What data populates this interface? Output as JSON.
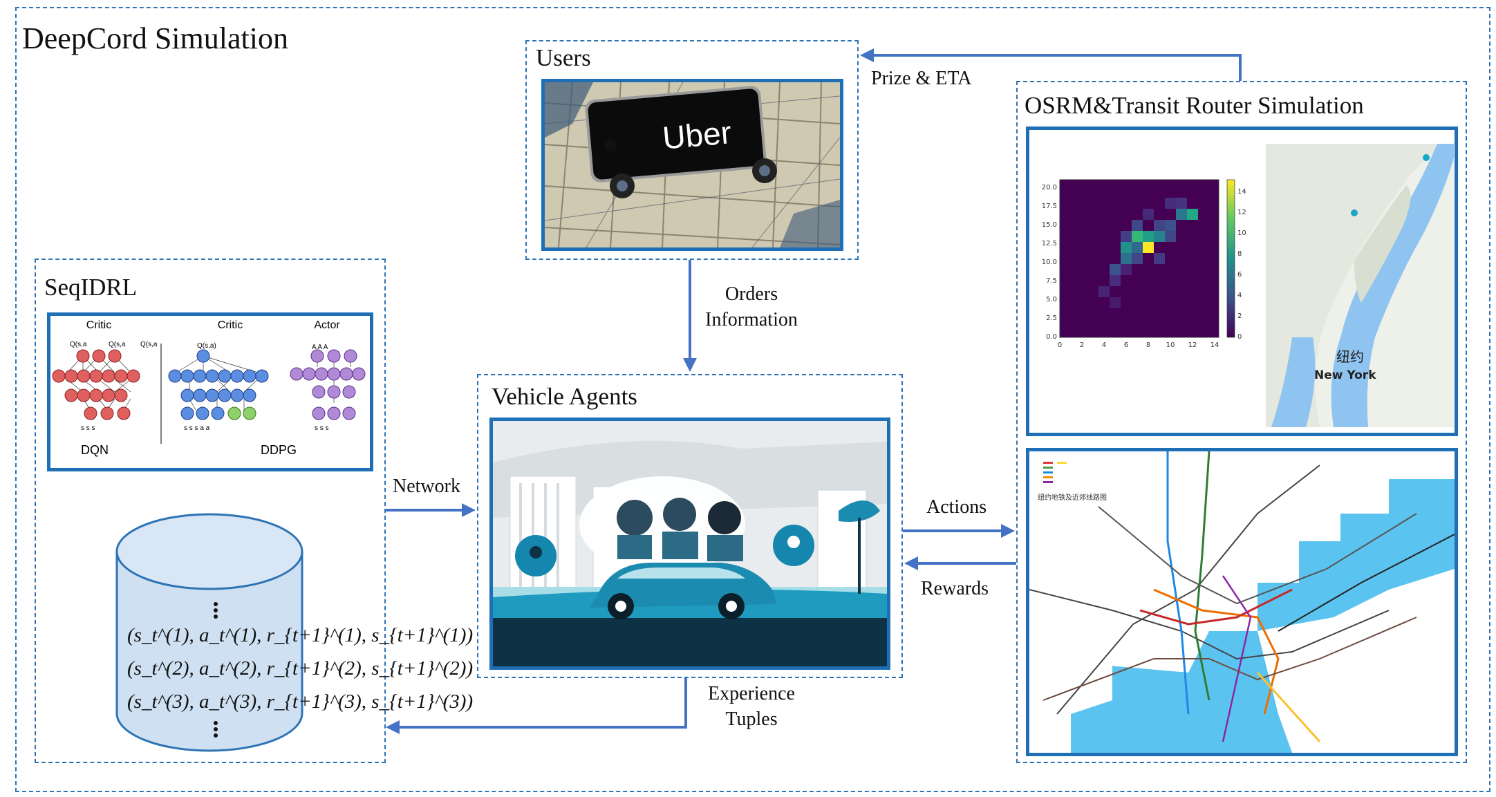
{
  "main_title": "DeepCord Simulation",
  "users": {
    "title": "Users",
    "phone_brand": "Uber"
  },
  "vehicle_agents": {
    "title": "Vehicle Agents"
  },
  "seqidrl": {
    "title": "SeqIDRL",
    "nn_headers": [
      "Critic",
      "Critic",
      "Actor"
    ],
    "nn_models": [
      "DQN",
      "DDPG"
    ],
    "buffer_tuples": [
      "(s_t^(1), a_t^(1), r_{t+1}^(1), s_{t+1}^(1))",
      "(s_t^(2), a_t^(2), r_{t+1}^(2), s_{t+1}^(2))",
      "(s_t^(3), a_t^(3), r_{t+1}^(3), s_{t+1}^(3))"
    ]
  },
  "router": {
    "title": "OSRM&Transit Router Simulation",
    "heatmap": {
      "y_ticks": [
        "0.0",
        "2.5",
        "5.0",
        "7.5",
        "10.0",
        "12.5",
        "15.0",
        "17.5",
        "20.0"
      ],
      "x_ticks": [
        "0",
        "2",
        "4",
        "6",
        "8",
        "10",
        "12",
        "14"
      ],
      "colorbar_ticks": [
        "0",
        "2",
        "4",
        "6",
        "8",
        "10",
        "12",
        "14"
      ]
    },
    "map_labels": [
      "纽约",
      "New York"
    ],
    "subway_title": "纽约地铁及近郊线路图"
  },
  "edges": {
    "prize_eta": "Prize & ETA",
    "orders_information": [
      "Orders",
      "Information"
    ],
    "network": "Network",
    "actions": "Actions",
    "rewards": "Rewards",
    "experience_tuples": [
      "Experience",
      "Tuples"
    ]
  },
  "colors": {
    "dashed_border": "#2e74b5",
    "solid_border": "#1f6fb6",
    "arrow": "#4472c4"
  }
}
